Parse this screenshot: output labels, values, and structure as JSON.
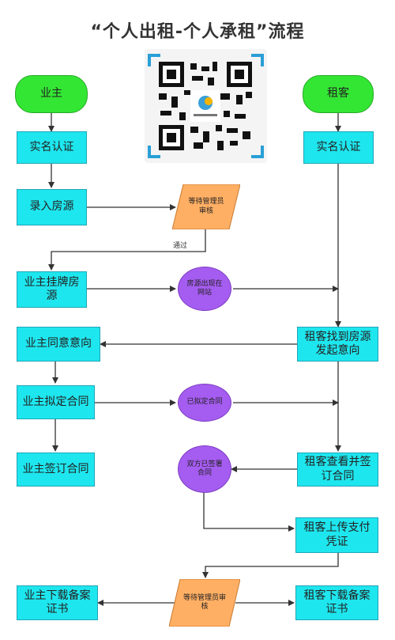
{
  "title": "“个人出租-个人承租”流程",
  "nodes": {
    "owner": "业主",
    "tenant": "租客",
    "owner_verify": "实名认证",
    "tenant_verify": "实名认证",
    "enter_listing": "录入房源",
    "admin_review_1": "等待管理员审核",
    "owner_list": "业主挂牌房源",
    "listing_on_site": "房源出现在网站",
    "tenant_find": "租客找到房源发起意向",
    "owner_agree": "业主同意意向",
    "owner_draft": "业主拟定合同",
    "drafted": "已拟定合同",
    "tenant_review_sign": "租客查看并签订合同",
    "owner_sign": "业主签订合同",
    "both_signed": "双方已签署合同",
    "tenant_upload": "租客上传支付凭证",
    "admin_review_2": "等待管理员审核",
    "owner_download": "业主下载备案证书",
    "tenant_download": "租客下载备案证书"
  },
  "edge_labels": {
    "approved": "通过"
  },
  "colors": {
    "process": "#1ee6ee",
    "start": "#33e633",
    "decision": "#ffaf64",
    "event": "#a55cf0",
    "arrow": "#333333"
  },
  "qr_icon": "qr-code-icon"
}
